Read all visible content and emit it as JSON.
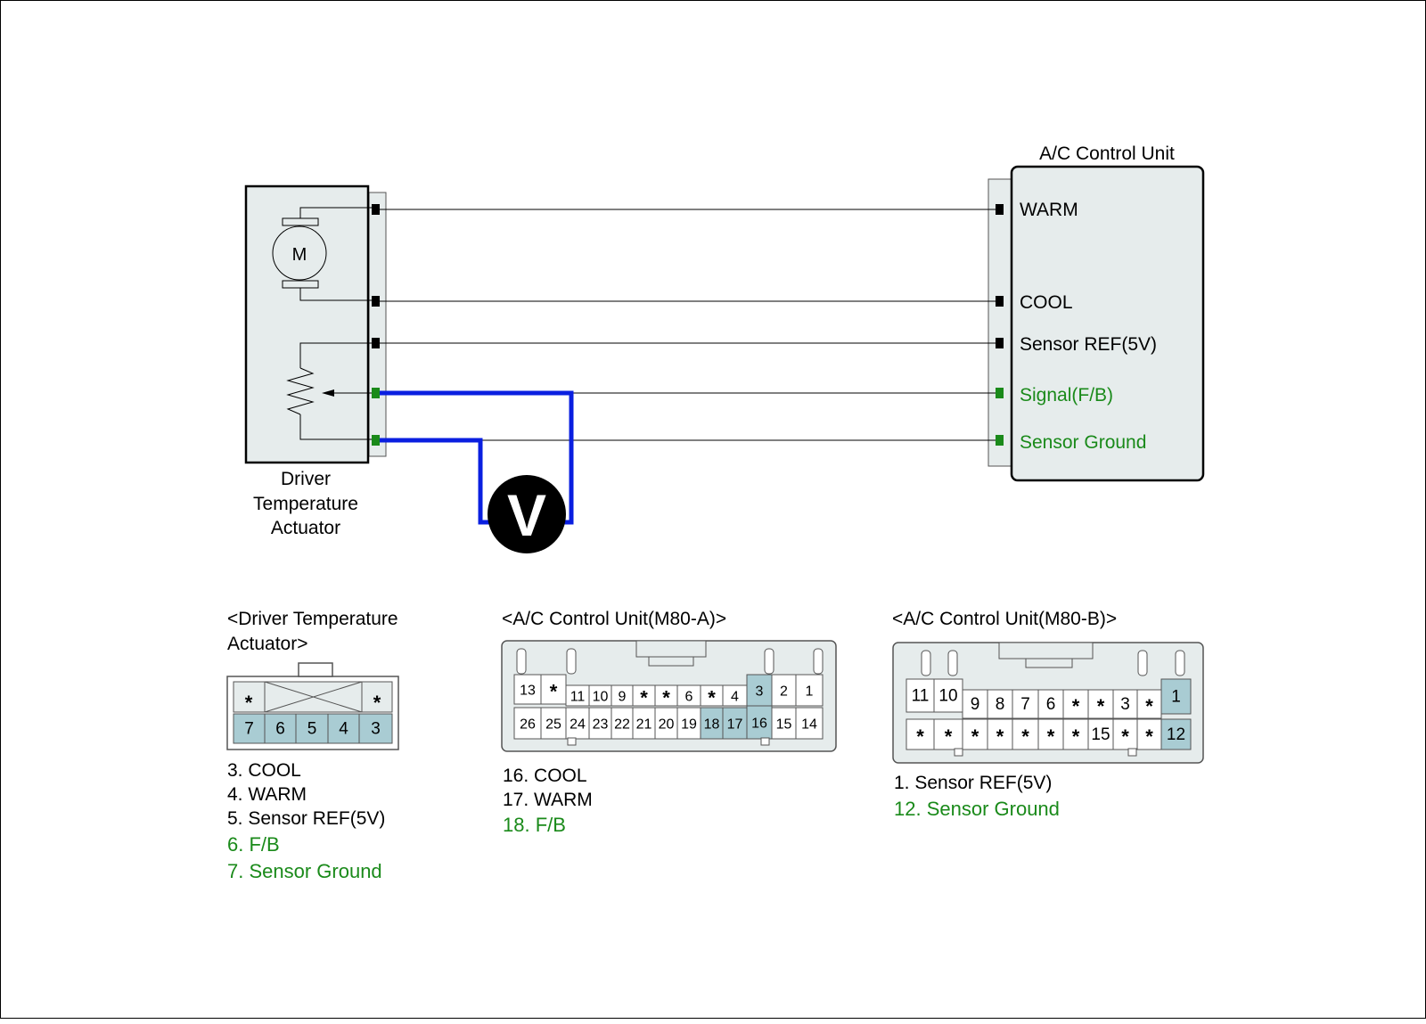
{
  "actuator": {
    "name_lines": [
      "Driver",
      "Temperature",
      "Actuator"
    ],
    "motor_label": "M"
  },
  "acu": {
    "title": "A/C Control Unit",
    "terminals": [
      {
        "label": "WARM",
        "color": "#000000"
      },
      {
        "label": "COOL",
        "color": "#000000"
      },
      {
        "label": "Sensor REF(5V)",
        "color": "#000000"
      },
      {
        "label": "Signal(F/B)",
        "color": "#1a8a1a"
      },
      {
        "label": "Sensor Ground",
        "color": "#1a8a1a"
      }
    ]
  },
  "meter": {
    "label": "V",
    "wire_color": "#0a1fe0"
  },
  "connectors": {
    "driver": {
      "title_lines": [
        "<Driver Temperature",
        "Actuator>"
      ],
      "top_row": [
        "*",
        "*"
      ],
      "bottom_row": [
        "7",
        "6",
        "5",
        "4",
        "3"
      ],
      "legend": [
        {
          "text": "3. COOL",
          "green": false
        },
        {
          "text": "4. WARM",
          "green": false
        },
        {
          "text": "5. Sensor REF(5V)",
          "green": false
        },
        {
          "text": "6. F/B",
          "green": true
        },
        {
          "text": "7. Sensor Ground",
          "green": true
        }
      ]
    },
    "m80a": {
      "title": "<A/C Control Unit(M80-A)>",
      "top_row": [
        "13",
        "*",
        "11",
        "10",
        "9",
        "*",
        "*",
        "6",
        "*",
        "4",
        "3",
        "2",
        "1"
      ],
      "bottom_row": [
        "26",
        "25",
        "24",
        "23",
        "22",
        "21",
        "20",
        "19",
        "18",
        "17",
        "16",
        "15",
        "14"
      ],
      "legend": [
        {
          "text": "16. COOL",
          "green": false
        },
        {
          "text": "17. WARM",
          "green": false
        },
        {
          "text": "18. F/B",
          "green": true
        }
      ]
    },
    "m80b": {
      "title": "<A/C Control Unit(M80-B)>",
      "top_row": [
        "11",
        "10",
        "9",
        "8",
        "7",
        "6",
        "*",
        "*",
        "3",
        "*",
        "1"
      ],
      "bottom_row": [
        "*",
        "*",
        "*",
        "*",
        "*",
        "*",
        "*",
        "15",
        "*",
        "*",
        "12"
      ],
      "legend": [
        {
          "text": "1. Sensor REF(5V)",
          "green": false
        },
        {
          "text": "12. Sensor Ground",
          "green": true
        }
      ]
    }
  },
  "colors": {
    "pin_highlight": "#a9ccd3",
    "box_fill": "#e6ecec",
    "green": "#1a8a1a"
  }
}
